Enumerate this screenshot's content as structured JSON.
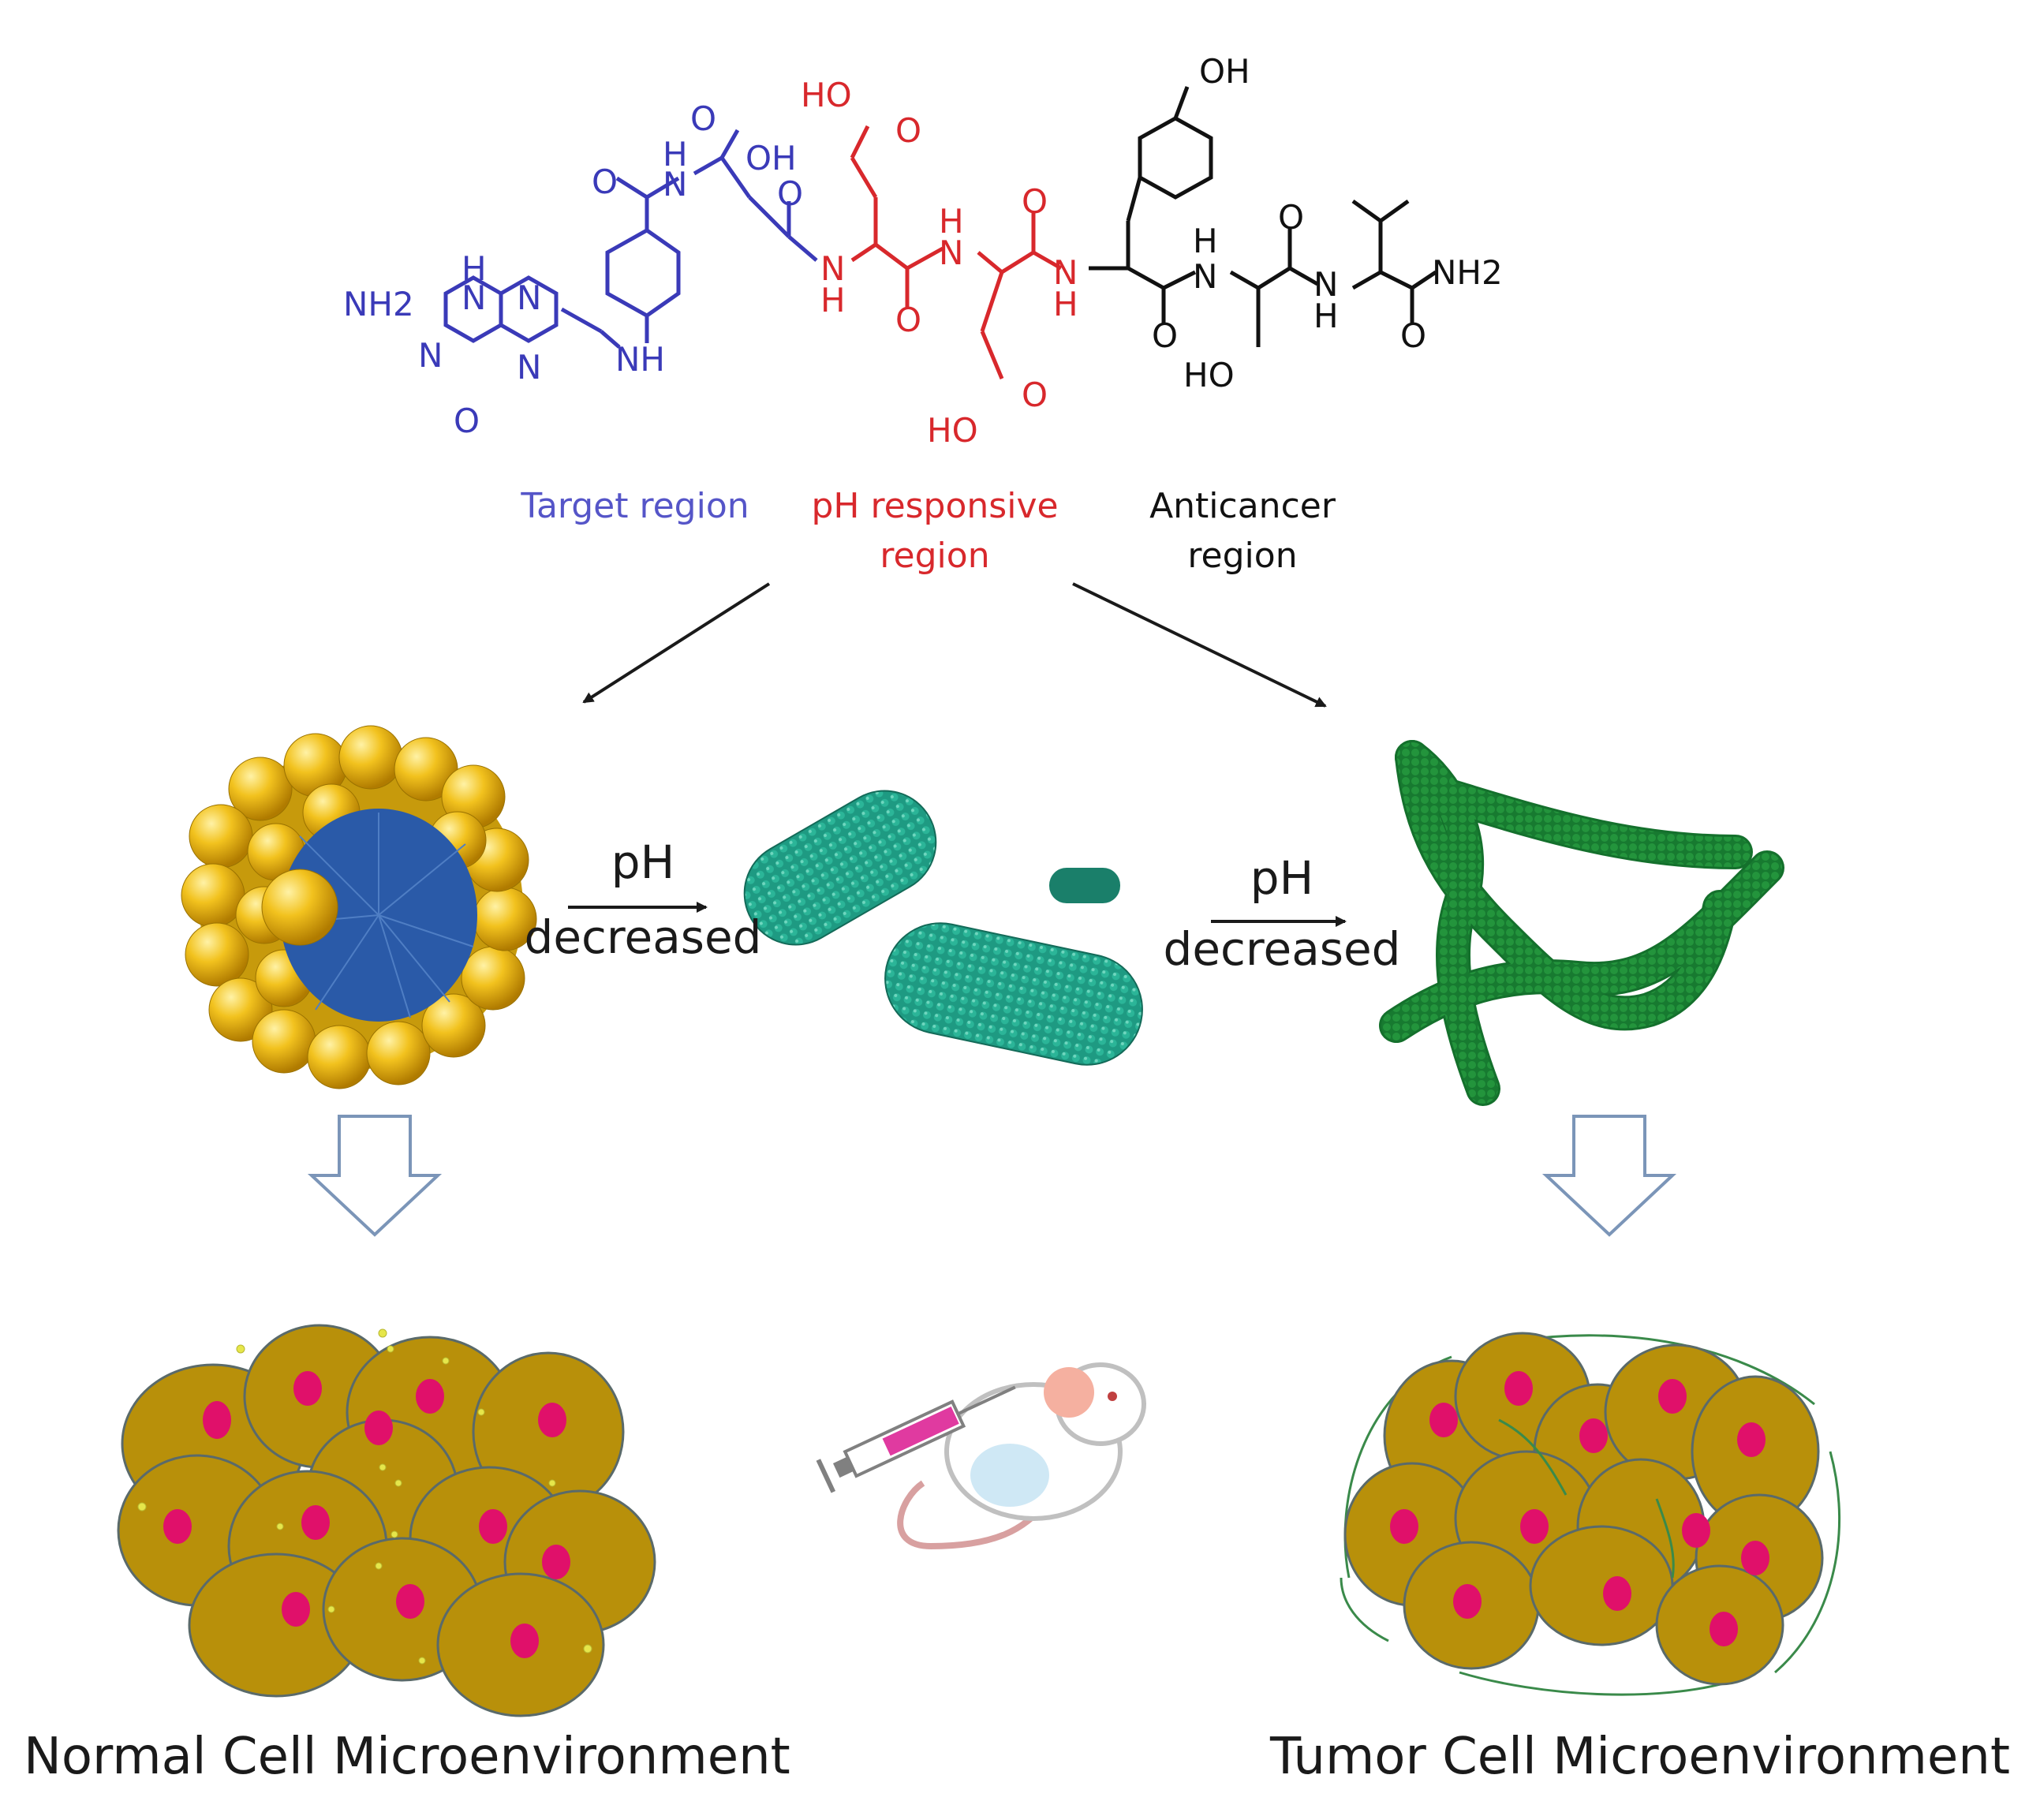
{
  "colors": {
    "target": "#3a3ab8",
    "ph_region": "#d8282c",
    "anticancer": "#111111",
    "micelle_gold": "#e8b21a",
    "micelle_core": "#2a5aa8",
    "rod_teal": "#1f9a82",
    "fiber_green": "#1e8a3a",
    "cell_fill": "#b8900a",
    "nucleus": "#e0106a"
  },
  "chemistry": {
    "target": {
      "nh2": "NH2",
      "h": "H",
      "n": "N",
      "nh": "NH",
      "o": "O",
      "oh": "OH"
    },
    "ph": {
      "ho": "HO",
      "o": "O",
      "n": "N",
      "h": "H"
    },
    "anticancer": {
      "oh": "OH",
      "n": "N",
      "h": "H",
      "o": "O",
      "ho": "HO",
      "nh2": "NH2"
    }
  },
  "regions": {
    "target": "Target region",
    "ph_line1": "pH responsive",
    "ph_line2": "region",
    "anticancer_line1": "Anticancer",
    "anticancer_line2": "region"
  },
  "transitions": [
    {
      "line1": "pH",
      "line2": "decreased"
    },
    {
      "line1": "pH",
      "line2": "decreased"
    }
  ],
  "captions": {
    "normal": "Normal Cell Microenvironment",
    "tumor": "Tumor Cell Microenvironment"
  },
  "icons": {
    "mouse": "mouse-icon",
    "syringe": "syringe-icon",
    "down_arrow": "hollow-down-arrow-icon"
  }
}
